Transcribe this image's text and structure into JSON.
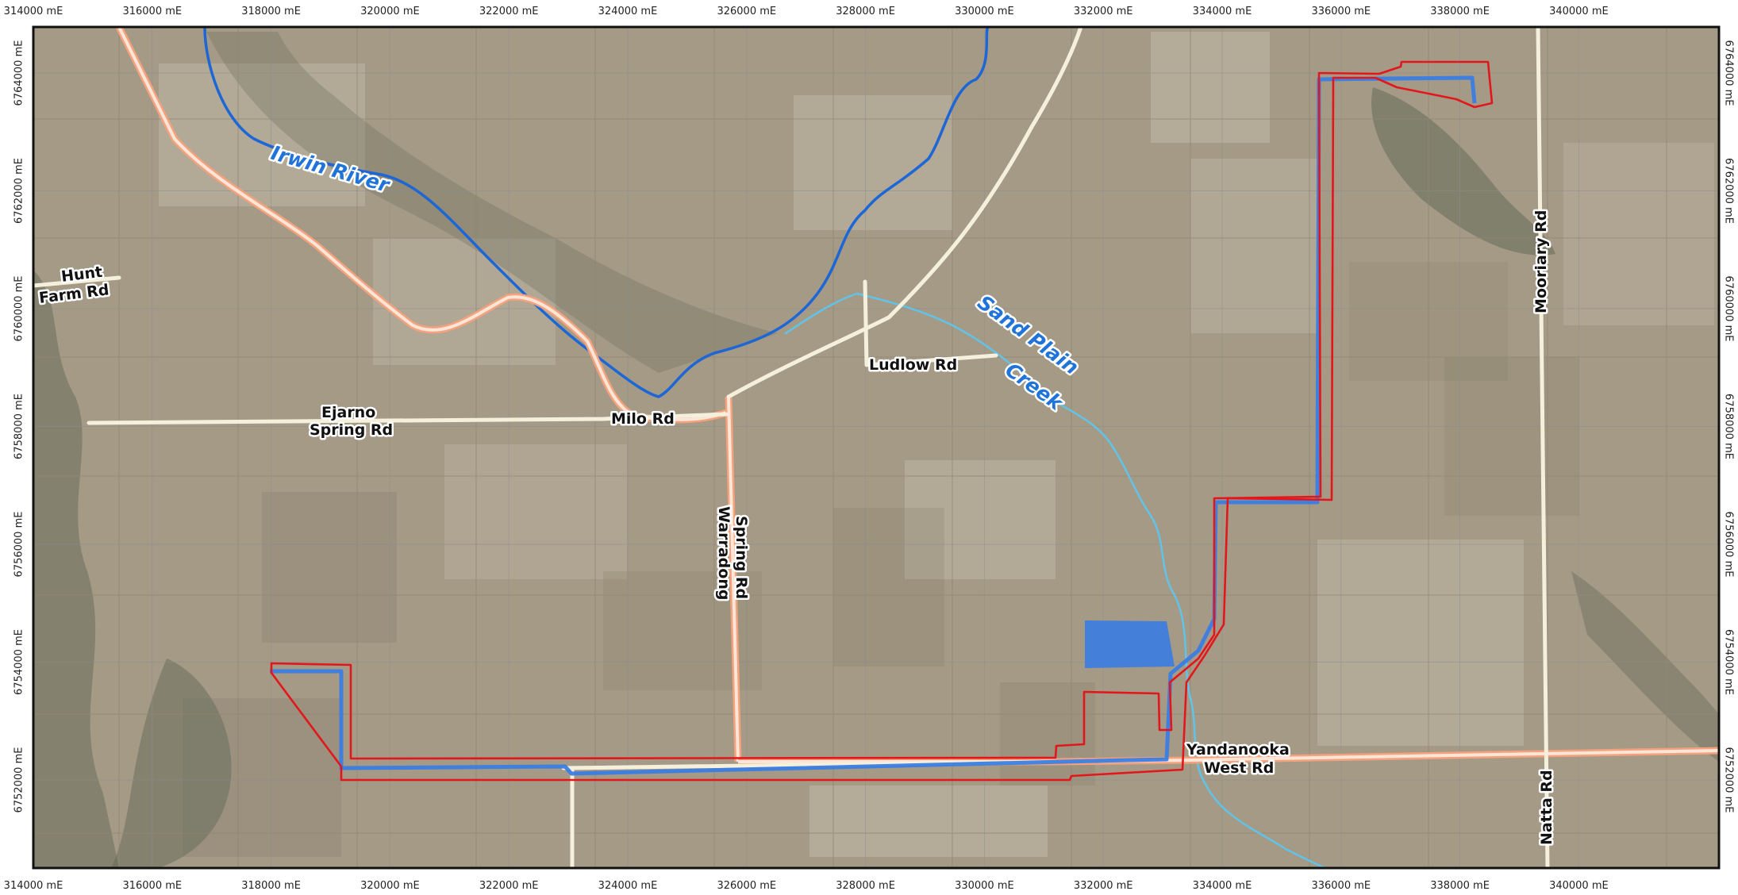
{
  "map": {
    "colors": {
      "terrain": "#a59a86",
      "paddock_light": "#c9c1b1",
      "paddock_dark": "#7e7866",
      "vegetation": "#5e6654",
      "major_road_casing": "#f4a27e",
      "major_road_fill": "#fbe5d6",
      "minor_road": "#f4f0dc",
      "project_boundary": "#e3171b",
      "infrastructure": "#3a7de3",
      "river": "#1d66d6",
      "creek": "#62c3e8",
      "frame": "#111111",
      "grid": "#8d8d8d"
    },
    "easting_ticks": [
      "314000 mE",
      "316000 mE",
      "318000 mE",
      "320000 mE",
      "322000 mE",
      "324000 mE",
      "326000 mE",
      "328000 mE",
      "330000 mE",
      "332000 mE",
      "334000 mE",
      "336000 mE",
      "338000 mE",
      "340000 mE"
    ],
    "northing_ticks": [
      "6764000 mE",
      "6762000 mE",
      "6760000 mE",
      "6758000 mE",
      "6756000 mE",
      "6754000 mE",
      "6752000 mE"
    ],
    "road_labels": {
      "hunt_farm_line1": "Hunt",
      "hunt_farm_line2": "Farm Rd",
      "ejarno_line1": "Ejarno",
      "ejarno_line2": "Spring Rd",
      "milo": "Milo Rd",
      "ludlow": "Ludlow Rd",
      "warradong_line1": "Warradong",
      "warradong_line2": "Spring Rd",
      "yandanooka_line1": "Yandanooka",
      "yandanooka_line2": "West Rd",
      "mooriary": "Mooriary Rd",
      "natta": "Natta Rd"
    },
    "water_labels": {
      "irwin": "Irwin River",
      "sand_plain_line1": "Sand Plain",
      "sand_plain_line2": "Creek"
    }
  }
}
